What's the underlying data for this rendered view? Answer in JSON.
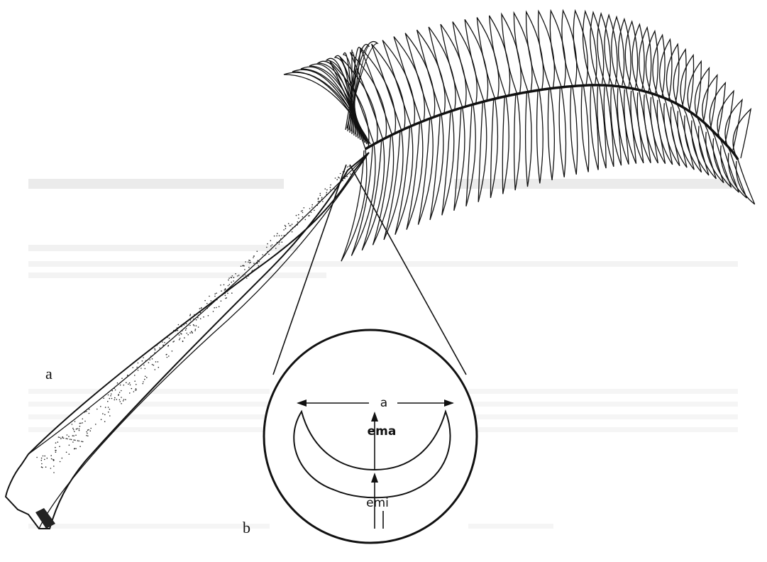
{
  "figure": {
    "panel_labels": {
      "a": "a",
      "b": "b"
    },
    "measurements": {
      "width": "a",
      "ema": "ema",
      "emi": "emi"
    }
  }
}
